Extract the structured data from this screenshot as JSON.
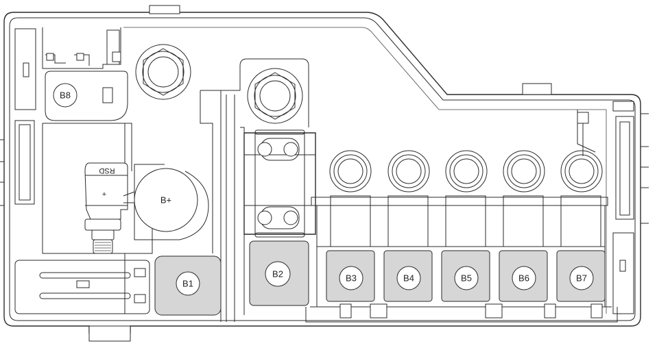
{
  "labels": {
    "b8": "B8",
    "bplus": "B+",
    "b1": "B1",
    "b2": "B2",
    "b3": "B3",
    "b4": "B4",
    "b5": "B5",
    "b6": "B6",
    "b7": "B7",
    "rsd": "RSD",
    "plus": "+"
  }
}
